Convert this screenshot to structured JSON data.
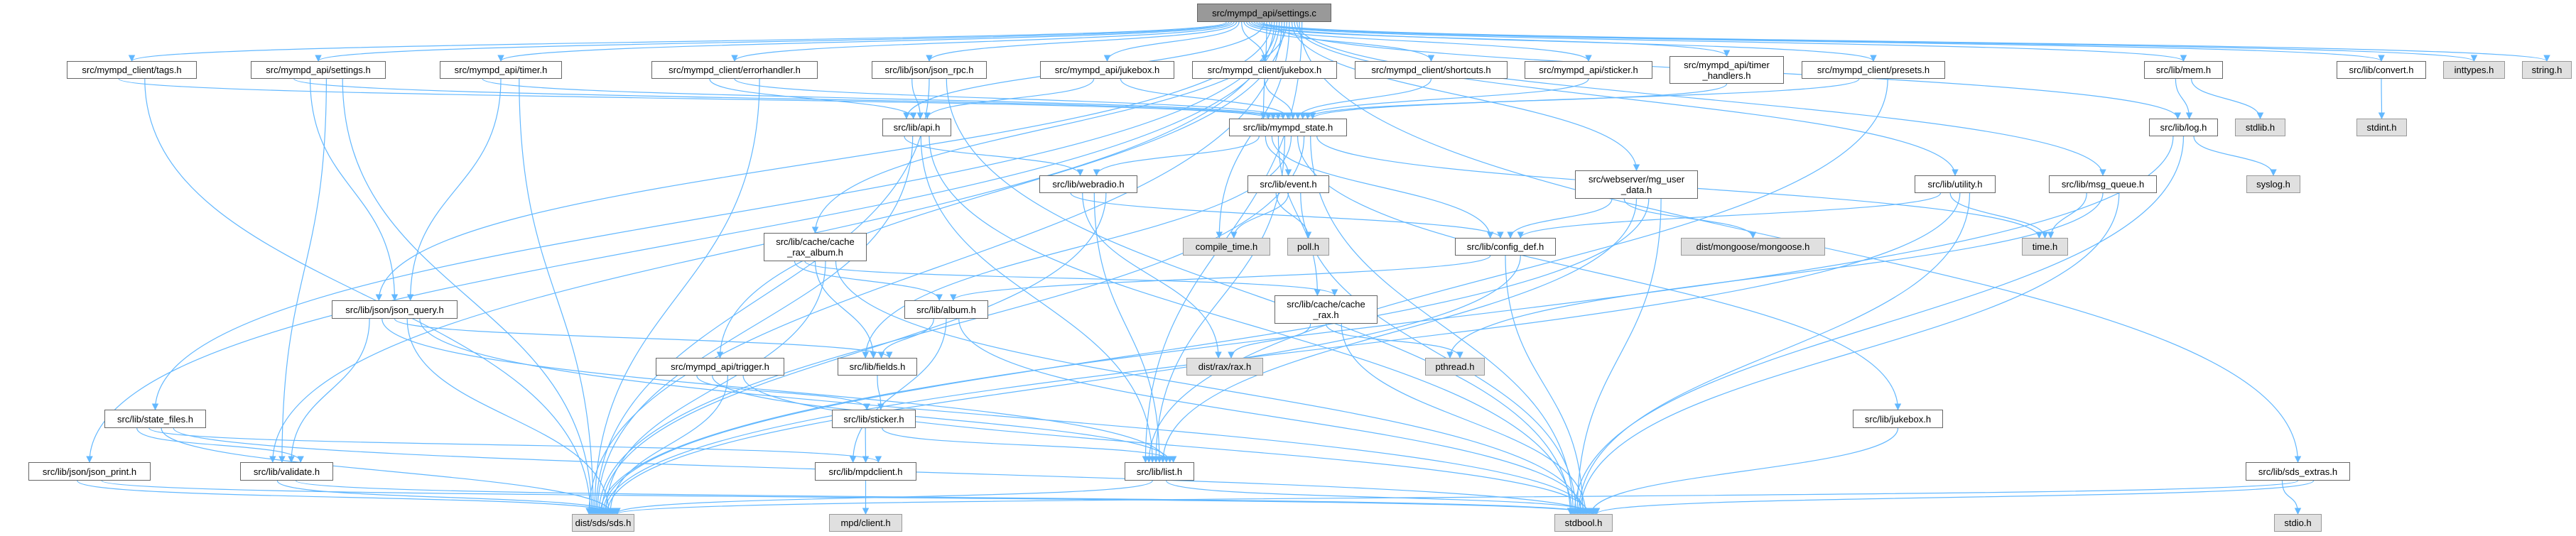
{
  "graph": {
    "title": "src/mympd_api/settings.c",
    "edge_color": "#63b8ff",
    "nodes": [
      {
        "id": "root",
        "lines": [
          "src/mympd_api/settings.c"
        ],
        "kind": "root"
      },
      {
        "id": "tags",
        "lines": [
          "src/mympd_client/tags.h"
        ],
        "kind": "file"
      },
      {
        "id": "api_settings",
        "lines": [
          "src/mympd_api/settings.h"
        ],
        "kind": "file"
      },
      {
        "id": "api_timer",
        "lines": [
          "src/mympd_api/timer.h"
        ],
        "kind": "file"
      },
      {
        "id": "errorhandler",
        "lines": [
          "src/mympd_client/errorhandler.h"
        ],
        "kind": "file"
      },
      {
        "id": "json_rpc",
        "lines": [
          "src/lib/json/json_rpc.h"
        ],
        "kind": "file"
      },
      {
        "id": "api_jukebox",
        "lines": [
          "src/mympd_api/jukebox.h"
        ],
        "kind": "file"
      },
      {
        "id": "client_jukebox",
        "lines": [
          "src/mympd_client/jukebox.h"
        ],
        "kind": "file"
      },
      {
        "id": "shortcuts",
        "lines": [
          "src/mympd_client/shortcuts.h"
        ],
        "kind": "file"
      },
      {
        "id": "api_sticker",
        "lines": [
          "src/mympd_api/sticker.h"
        ],
        "kind": "file"
      },
      {
        "id": "timer_handlers",
        "lines": [
          "src/mympd_api/timer",
          "_handlers.h"
        ],
        "kind": "file"
      },
      {
        "id": "presets",
        "lines": [
          "src/mympd_client/presets.h"
        ],
        "kind": "file"
      },
      {
        "id": "mem",
        "lines": [
          "src/lib/mem.h"
        ],
        "kind": "file"
      },
      {
        "id": "convert",
        "lines": [
          "src/lib/convert.h"
        ],
        "kind": "file"
      },
      {
        "id": "inttypes",
        "lines": [
          "inttypes.h"
        ],
        "kind": "sys"
      },
      {
        "id": "string",
        "lines": [
          "string.h"
        ],
        "kind": "sys"
      },
      {
        "id": "api",
        "lines": [
          "src/lib/api.h"
        ],
        "kind": "file"
      },
      {
        "id": "mympd_state",
        "lines": [
          "src/lib/mympd_state.h"
        ],
        "kind": "file"
      },
      {
        "id": "log",
        "lines": [
          "src/lib/log.h"
        ],
        "kind": "file"
      },
      {
        "id": "stdlib",
        "lines": [
          "stdlib.h"
        ],
        "kind": "sys"
      },
      {
        "id": "stdint",
        "lines": [
          "stdint.h"
        ],
        "kind": "sys"
      },
      {
        "id": "webradio",
        "lines": [
          "src/lib/webradio.h"
        ],
        "kind": "file"
      },
      {
        "id": "event",
        "lines": [
          "src/lib/event.h"
        ],
        "kind": "file"
      },
      {
        "id": "mg_user_data",
        "lines": [
          "src/webserver/mg_user",
          "_data.h"
        ],
        "kind": "file"
      },
      {
        "id": "utility",
        "lines": [
          "src/lib/utility.h"
        ],
        "kind": "file"
      },
      {
        "id": "msg_queue",
        "lines": [
          "src/lib/msg_queue.h"
        ],
        "kind": "file"
      },
      {
        "id": "syslog",
        "lines": [
          "syslog.h"
        ],
        "kind": "sys"
      },
      {
        "id": "cache_rax_album",
        "lines": [
          "src/lib/cache/cache",
          "_rax_album.h"
        ],
        "kind": "file"
      },
      {
        "id": "compile_time",
        "lines": [
          "compile_time.h"
        ],
        "kind": "sys"
      },
      {
        "id": "poll",
        "lines": [
          "poll.h"
        ],
        "kind": "sys"
      },
      {
        "id": "config_def",
        "lines": [
          "src/lib/config_def.h"
        ],
        "kind": "file"
      },
      {
        "id": "mongoose",
        "lines": [
          "dist/mongoose/mongoose.h"
        ],
        "kind": "sys"
      },
      {
        "id": "time",
        "lines": [
          "time.h"
        ],
        "kind": "sys"
      },
      {
        "id": "album",
        "lines": [
          "src/lib/album.h"
        ],
        "kind": "file"
      },
      {
        "id": "cache_rax",
        "lines": [
          "src/lib/cache/cache",
          "_rax.h"
        ],
        "kind": "file"
      },
      {
        "id": "json_query",
        "lines": [
          "src/lib/json/json_query.h"
        ],
        "kind": "file"
      },
      {
        "id": "trigger",
        "lines": [
          "src/mympd_api/trigger.h"
        ],
        "kind": "file"
      },
      {
        "id": "fields",
        "lines": [
          "src/lib/fields.h"
        ],
        "kind": "file"
      },
      {
        "id": "rax",
        "lines": [
          "dist/rax/rax.h"
        ],
        "kind": "sys"
      },
      {
        "id": "pthread",
        "lines": [
          "pthread.h"
        ],
        "kind": "sys"
      },
      {
        "id": "sticker",
        "lines": [
          "src/lib/sticker.h"
        ],
        "kind": "file"
      },
      {
        "id": "state_files",
        "lines": [
          "src/lib/state_files.h"
        ],
        "kind": "file"
      },
      {
        "id": "lib_jukebox",
        "lines": [
          "src/lib/jukebox.h"
        ],
        "kind": "file"
      },
      {
        "id": "json_print",
        "lines": [
          "src/lib/json/json_print.h"
        ],
        "kind": "file"
      },
      {
        "id": "validate",
        "lines": [
          "src/lib/validate.h"
        ],
        "kind": "file"
      },
      {
        "id": "mpdclient",
        "lines": [
          "src/lib/mpdclient.h"
        ],
        "kind": "file"
      },
      {
        "id": "list",
        "lines": [
          "src/lib/list.h"
        ],
        "kind": "file"
      },
      {
        "id": "sds_extras",
        "lines": [
          "src/lib/sds_extras.h"
        ],
        "kind": "file"
      },
      {
        "id": "sds",
        "lines": [
          "dist/sds/sds.h"
        ],
        "kind": "sys"
      },
      {
        "id": "mpd_client",
        "lines": [
          "mpd/client.h"
        ],
        "kind": "sys"
      },
      {
        "id": "stdbool",
        "lines": [
          "stdbool.h"
        ],
        "kind": "sys"
      },
      {
        "id": "stdio",
        "lines": [
          "stdio.h"
        ],
        "kind": "sys"
      }
    ],
    "edges": [
      [
        "root",
        "tags"
      ],
      [
        "root",
        "api_settings"
      ],
      [
        "root",
        "api_timer"
      ],
      [
        "root",
        "errorhandler"
      ],
      [
        "root",
        "json_rpc"
      ],
      [
        "root",
        "api_jukebox"
      ],
      [
        "root",
        "client_jukebox"
      ],
      [
        "root",
        "shortcuts"
      ],
      [
        "root",
        "api_sticker"
      ],
      [
        "root",
        "timer_handlers"
      ],
      [
        "root",
        "presets"
      ],
      [
        "root",
        "mem"
      ],
      [
        "root",
        "convert"
      ],
      [
        "root",
        "inttypes"
      ],
      [
        "root",
        "string"
      ],
      [
        "root",
        "api"
      ],
      [
        "root",
        "mympd_state"
      ],
      [
        "root",
        "log"
      ],
      [
        "root",
        "json_query"
      ],
      [
        "root",
        "validate"
      ],
      [
        "root",
        "state_files"
      ],
      [
        "root",
        "json_print"
      ],
      [
        "root",
        "sds"
      ],
      [
        "root",
        "trigger"
      ],
      [
        "root",
        "cache_rax_album"
      ],
      [
        "root",
        "compile_time"
      ],
      [
        "root",
        "mg_user_data"
      ],
      [
        "root",
        "utility"
      ],
      [
        "root",
        "msg_queue"
      ],
      [
        "root",
        "sds_extras"
      ],
      [
        "root",
        "list"
      ],
      [
        "tags",
        "mympd_state"
      ],
      [
        "tags",
        "sds"
      ],
      [
        "api_settings",
        "mympd_state"
      ],
      [
        "api_settings",
        "json_query"
      ],
      [
        "api_settings",
        "validate"
      ],
      [
        "api_settings",
        "sds"
      ],
      [
        "api_timer",
        "mympd_state"
      ],
      [
        "api_timer",
        "json_query"
      ],
      [
        "api_timer",
        "sds"
      ],
      [
        "errorhandler",
        "api"
      ],
      [
        "errorhandler",
        "mympd_state"
      ],
      [
        "errorhandler",
        "sds"
      ],
      [
        "json_rpc",
        "api"
      ],
      [
        "json_rpc",
        "sds"
      ],
      [
        "json_rpc",
        "stdbool"
      ],
      [
        "api_jukebox",
        "api"
      ],
      [
        "api_jukebox",
        "mympd_state"
      ],
      [
        "client_jukebox",
        "mympd_state"
      ],
      [
        "shortcuts",
        "mympd_state"
      ],
      [
        "api_sticker",
        "mympd_state"
      ],
      [
        "timer_handlers",
        "mympd_state"
      ],
      [
        "presets",
        "mympd_state"
      ],
      [
        "presets",
        "list"
      ],
      [
        "mem",
        "log"
      ],
      [
        "mem",
        "stdlib"
      ],
      [
        "convert",
        "stdint"
      ],
      [
        "api",
        "webradio"
      ],
      [
        "api",
        "sds"
      ],
      [
        "api",
        "list"
      ],
      [
        "api",
        "stdbool"
      ],
      [
        "mympd_state",
        "webradio"
      ],
      [
        "mympd_state",
        "event"
      ],
      [
        "mympd_state",
        "config_def"
      ],
      [
        "mympd_state",
        "cache_rax"
      ],
      [
        "mympd_state",
        "list"
      ],
      [
        "mympd_state",
        "fields"
      ],
      [
        "mympd_state",
        "lib_jukebox"
      ],
      [
        "mympd_state",
        "sds"
      ],
      [
        "mympd_state",
        "stdbool"
      ],
      [
        "mympd_state",
        "time"
      ],
      [
        "log",
        "sds"
      ],
      [
        "log",
        "stdbool"
      ],
      [
        "log",
        "syslog"
      ],
      [
        "webradio",
        "config_def"
      ],
      [
        "webradio",
        "rax"
      ],
      [
        "webradio",
        "list"
      ],
      [
        "webradio",
        "sds"
      ],
      [
        "event",
        "poll"
      ],
      [
        "event",
        "compile_time"
      ],
      [
        "event",
        "stdbool"
      ],
      [
        "mg_user_data",
        "config_def"
      ],
      [
        "mg_user_data",
        "mongoose"
      ],
      [
        "mg_user_data",
        "list"
      ],
      [
        "mg_user_data",
        "sds"
      ],
      [
        "mg_user_data",
        "stdbool"
      ],
      [
        "utility",
        "config_def"
      ],
      [
        "utility",
        "time"
      ],
      [
        "utility",
        "sds"
      ],
      [
        "utility",
        "stdbool"
      ],
      [
        "msg_queue",
        "time"
      ],
      [
        "msg_queue",
        "pthread"
      ],
      [
        "msg_queue",
        "stdbool"
      ],
      [
        "cache_rax_album",
        "album"
      ],
      [
        "cache_rax_album",
        "cache_rax"
      ],
      [
        "cache_rax_album",
        "fields"
      ],
      [
        "cache_rax_album",
        "sds"
      ],
      [
        "cache_rax_album",
        "stdbool"
      ],
      [
        "config_def",
        "album"
      ],
      [
        "config_def",
        "stdbool"
      ],
      [
        "config_def",
        "sds"
      ],
      [
        "album",
        "fields"
      ],
      [
        "album",
        "mpdclient"
      ],
      [
        "album",
        "stdbool"
      ],
      [
        "cache_rax",
        "rax"
      ],
      [
        "cache_rax",
        "pthread"
      ],
      [
        "cache_rax",
        "stdbool"
      ],
      [
        "json_query",
        "validate"
      ],
      [
        "json_query",
        "list"
      ],
      [
        "json_query",
        "fields"
      ],
      [
        "json_query",
        "sds"
      ],
      [
        "json_query",
        "stdbool"
      ],
      [
        "trigger",
        "sticker"
      ],
      [
        "trigger",
        "list"
      ],
      [
        "trigger",
        "sds"
      ],
      [
        "trigger",
        "stdbool"
      ],
      [
        "fields",
        "sticker"
      ],
      [
        "sticker",
        "mpdclient"
      ],
      [
        "sticker",
        "list"
      ],
      [
        "state_files",
        "validate"
      ],
      [
        "state_files",
        "mpdclient"
      ],
      [
        "state_files",
        "sds"
      ],
      [
        "state_files",
        "stdbool"
      ],
      [
        "lib_jukebox",
        "stdbool"
      ],
      [
        "json_print",
        "sds"
      ],
      [
        "json_print",
        "stdbool"
      ],
      [
        "validate",
        "sds"
      ],
      [
        "validate",
        "stdbool"
      ],
      [
        "mpdclient",
        "mpd_client"
      ],
      [
        "list",
        "sds"
      ],
      [
        "list",
        "stdbool"
      ],
      [
        "sds_extras",
        "stdio"
      ],
      [
        "sds_extras",
        "sds"
      ],
      [
        "sds_extras",
        "stdbool"
      ]
    ]
  }
}
